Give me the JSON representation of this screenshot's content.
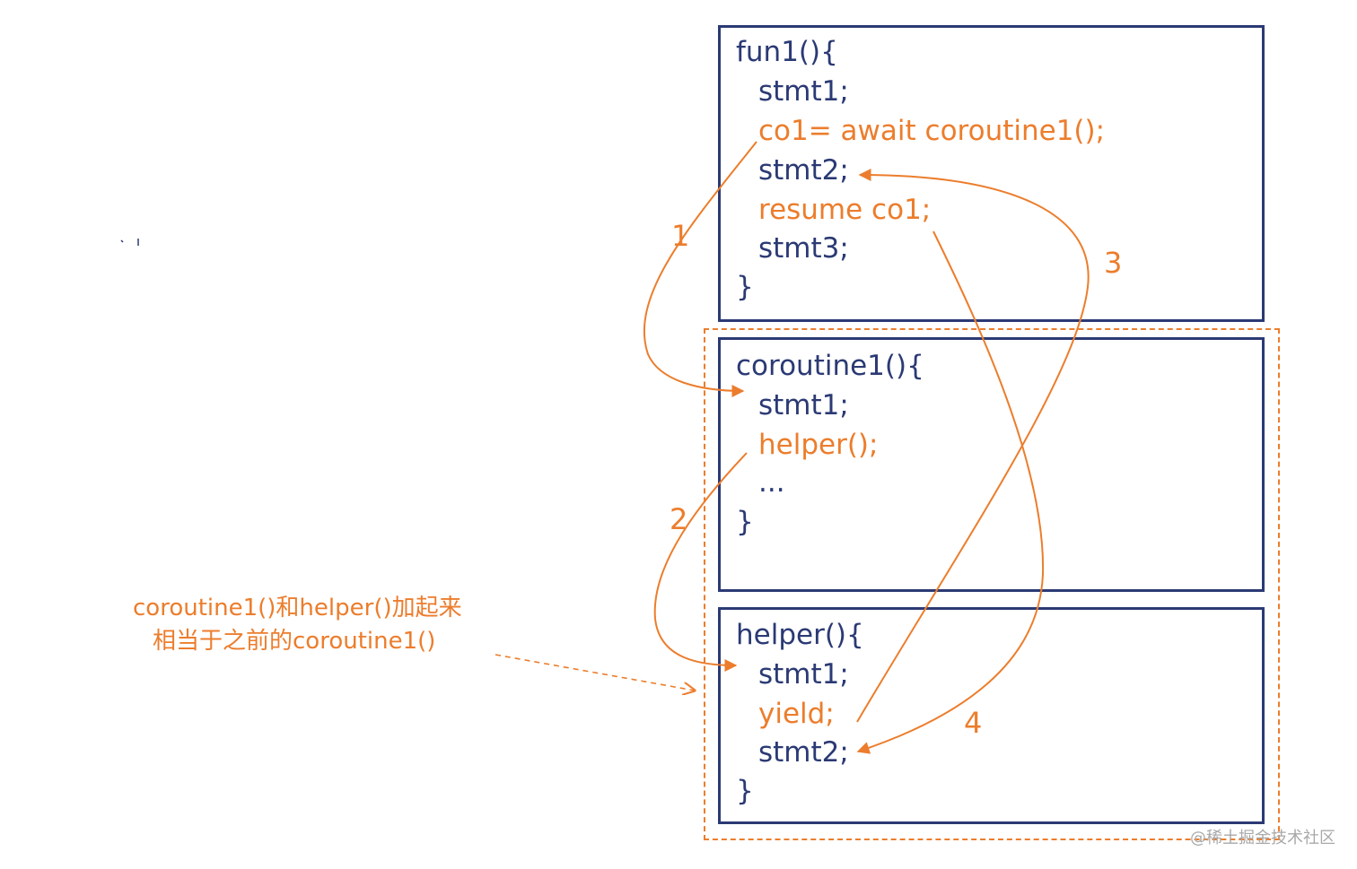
{
  "fun1": {
    "lines": [
      "fun1(){",
      "stmt1;",
      "co1= await coroutine1();",
      "stmt2;",
      "resume co1;",
      "stmt3;",
      "}"
    ]
  },
  "coroutine1": {
    "lines": [
      "coroutine1(){",
      "stmt1;",
      "helper();",
      "...",
      "}"
    ]
  },
  "helper": {
    "lines": [
      "helper(){",
      "stmt1;",
      "yield;",
      "stmt2;",
      "}"
    ]
  },
  "arrow_labels": [
    "1",
    "2",
    "3",
    "4"
  ],
  "note": {
    "line1": "coroutine1()和helper()加起来",
    "line2": "相当于之前的coroutine1()"
  },
  "watermark": "@稀土掘金技术社区",
  "colors": {
    "navy": "#2b3a74",
    "orange": "#ec7d2c"
  }
}
